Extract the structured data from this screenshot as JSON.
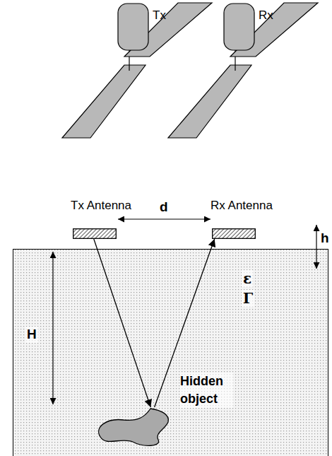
{
  "diagram": {
    "nodes": [
      {
        "text": [
          "Tx Antenna"
        ]
      },
      {
        "text": [
          "Rx Antenna"
        ]
      },
      {
        "text": [
          "ε",
          "Γ"
        ]
      },
      {
        "text": [
          "Hidden object"
        ],
        "in": 2
      }
    ],
    "edges": [
      {
        "from": 0,
        "to": 3,
        "arrow": "to"
      },
      {
        "from": 3,
        "to": 1,
        "arrow": "to"
      }
    ],
    "labels": [
      "Tx",
      "Rx",
      "d",
      "h",
      "H"
    ]
  }
}
